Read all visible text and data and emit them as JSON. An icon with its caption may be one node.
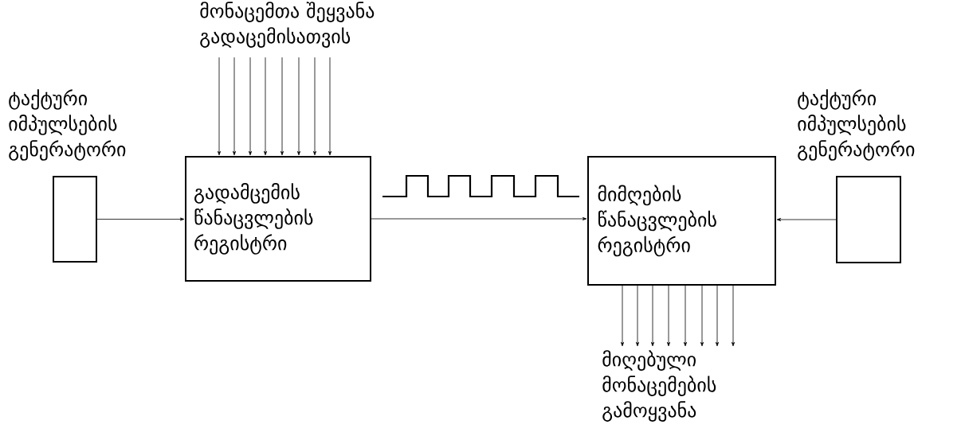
{
  "diagram": {
    "nodes": [
      {
        "text": [
          "ტაქტური იმპულსების გენერატორი"
        ]
      },
      {
        "text": [
          "გადამცემის წანაცვლების რეგისტრი"
        ]
      },
      {
        "text": [
          "მიმღების წანაცვლების რეგისტრი"
        ]
      },
      {
        "text": [
          "ტაქტური იმპულსების გენერატორი"
        ]
      },
      {
        "text": [
          "მონაცემთა შეყვანა გადაცემისათვის"
        ]
      },
      {
        "text": [
          "მიღებული მონაცემების გამოყვანა"
        ]
      }
    ],
    "edges": [
      {
        "from": 0,
        "to": 1,
        "arrow": "to"
      },
      {
        "from": 1,
        "to": 2,
        "arrow": "to"
      },
      {
        "from": 3,
        "to": 2,
        "arrow": "to"
      },
      {
        "from": 4,
        "to": 1,
        "arrow": "to"
      },
      {
        "from": 4,
        "to": 1,
        "arrow": "to"
      },
      {
        "from": 4,
        "to": 1,
        "arrow": "to"
      },
      {
        "from": 4,
        "to": 1,
        "arrow": "to"
      },
      {
        "from": 4,
        "to": 1,
        "arrow": "to"
      },
      {
        "from": 4,
        "to": 1,
        "arrow": "to"
      },
      {
        "from": 4,
        "to": 1,
        "arrow": "to"
      },
      {
        "from": 4,
        "to": 1,
        "arrow": "to"
      },
      {
        "from": 2,
        "to": 5,
        "arrow": "to"
      },
      {
        "from": 2,
        "to": 5,
        "arrow": "to"
      },
      {
        "from": 2,
        "to": 5,
        "arrow": "to"
      },
      {
        "from": 2,
        "to": 5,
        "arrow": "to"
      },
      {
        "from": 2,
        "to": 5,
        "arrow": "to"
      },
      {
        "from": 2,
        "to": 5,
        "arrow": "to"
      },
      {
        "from": 2,
        "to": 5,
        "arrow": "to"
      },
      {
        "from": 2,
        "to": 5,
        "arrow": "to"
      }
    ]
  }
}
